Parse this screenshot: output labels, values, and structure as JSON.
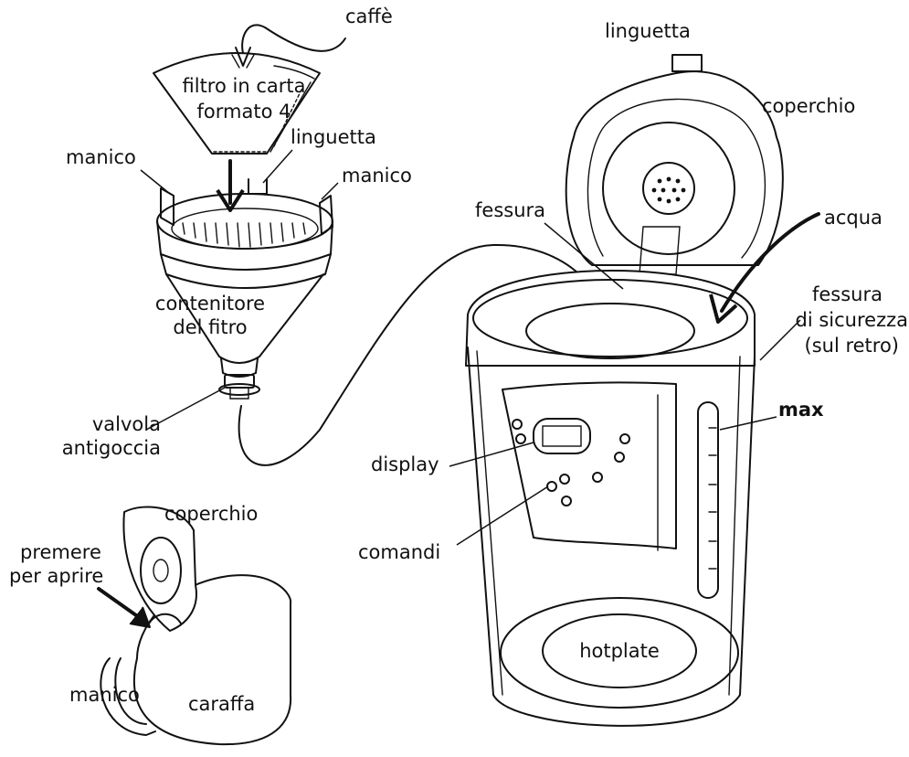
{
  "labels": {
    "caffe": "caffè",
    "filtro_carta": "filtro in carta",
    "formato": "formato 4",
    "linguetta_filtro": "linguetta",
    "manico_sx": "manico",
    "manico_dx": "manico",
    "contenitore": "contenitore",
    "del_filtro": "del fitro",
    "valvola": "valvola",
    "antigoccia": "antigoccia",
    "linguetta_coperchio": "linguetta",
    "coperchio_macchina": "coperchio",
    "fessura": "fessura",
    "acqua": "acqua",
    "fessura_sicurezza": "fessura",
    "di_sicurezza": "di sicurezza",
    "sul_retro": "(sul retro)",
    "max": "max",
    "display": "display",
    "comandi": "comandi",
    "hotplate": "hotplate",
    "coperchio_caraffa": "coperchio",
    "premere": "premere",
    "per_aprire": "per aprire",
    "manico_caraffa": "manico",
    "caraffa": "caraffa"
  }
}
